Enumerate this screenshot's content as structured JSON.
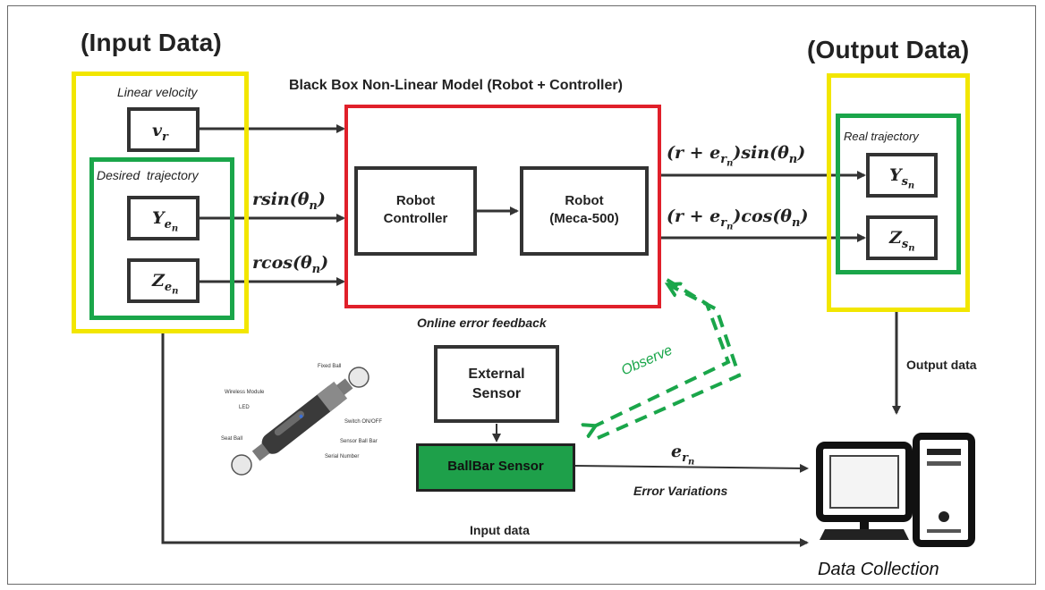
{
  "input_title": "(Input Data)",
  "output_title_bold": "(Output",
  "output_title_rest": " Data)",
  "black_box_title": "Black Box Non-Linear Model (Robot + Controller)",
  "linear_velocity_label": "Linear velocity",
  "desired_trajectory_label": "Desired  trajectory",
  "real_trajectory_label": "Real trajectory",
  "inputs": {
    "v": {
      "base": "v",
      "sub": "r"
    },
    "y": {
      "base": "Y",
      "sub": "e",
      "subsub": "n"
    },
    "z": {
      "base": "Z",
      "sub": "e",
      "subsub": "n"
    }
  },
  "outputs": {
    "y": {
      "base": "Y",
      "sub": "s",
      "subsub": "n"
    },
    "z": {
      "base": "Z",
      "sub": "s",
      "subsub": "n"
    }
  },
  "signals": {
    "rsin": "rsin(θ",
    "rcos": "rcos(θ",
    "theta_sub": "n",
    "close_paren": ")",
    "out_sin_pre": "(r + e",
    "out_sin_post": ")sin(θ",
    "out_cos_post": ")cos(θ",
    "err_base": "e"
  },
  "controller": {
    "line1": "Robot",
    "line2": "Controller"
  },
  "robot": {
    "line1": "Robot",
    "line2": "(Meca-500)"
  },
  "online_feedback": "Online error feedback",
  "observe": "Observe",
  "external_sensor": {
    "line1": "External",
    "line2": "Sensor"
  },
  "ballbar_sensor": "BallBar Sensor",
  "error_variations": "Error Variations",
  "output_data": "Output data",
  "input_data": "Input data",
  "data_collection": "Data Collection",
  "ballbar_image_labels": [
    "Fixed Ball",
    "Wireless Module",
    "LED",
    "Switch ON/OFF",
    "Sensor Ball Bar",
    "Serial Number",
    "Seat Ball"
  ],
  "colors": {
    "yellow": "#f2e600",
    "green": "#1aa64a",
    "red": "#e0202a",
    "dark": "#333333",
    "sensor_fill": "#1ea04a"
  }
}
